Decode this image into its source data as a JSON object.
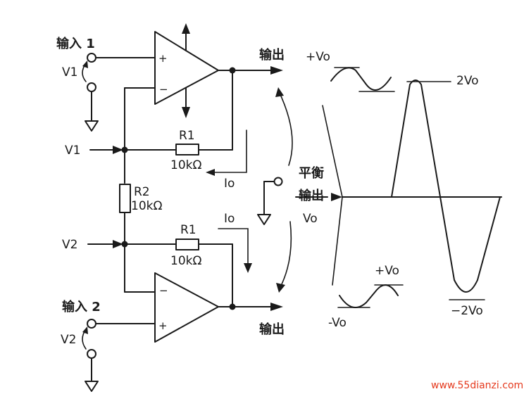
{
  "labels": {
    "input1": "输入 1",
    "input2": "输入 2",
    "v1_src": "V1",
    "v2_src": "V2",
    "v1_node": "V1",
    "v2_node": "V2",
    "output_top": "输出",
    "output_bot": "输出",
    "r1_top_name": "R1",
    "r1_top_value": "10kΩ",
    "r1_bot_name": "R1",
    "r1_bot_value": "10kΩ",
    "r2_name": "R2",
    "r2_value": "10kΩ",
    "io_top": "Io",
    "io_bot": "Io",
    "balanced_line1": "平衡",
    "balanced_line2": "输出",
    "balanced_line3": "Vo",
    "plus_vo_top": "+Vo",
    "plus_vo_bot": "+Vo",
    "minus_vo": "-Vo",
    "two_vo": "2Vo",
    "minus_two_vo": "−2Vo",
    "opamp_plus_top": "+",
    "opamp_minus_top": "−",
    "opamp_minus_bot": "−",
    "opamp_plus_bot": "+"
  },
  "watermark": "www.55dianzi.com",
  "colors": {
    "ink": "#1a1a1a",
    "watermark": "#e53a1e",
    "background": "#ffffff"
  }
}
